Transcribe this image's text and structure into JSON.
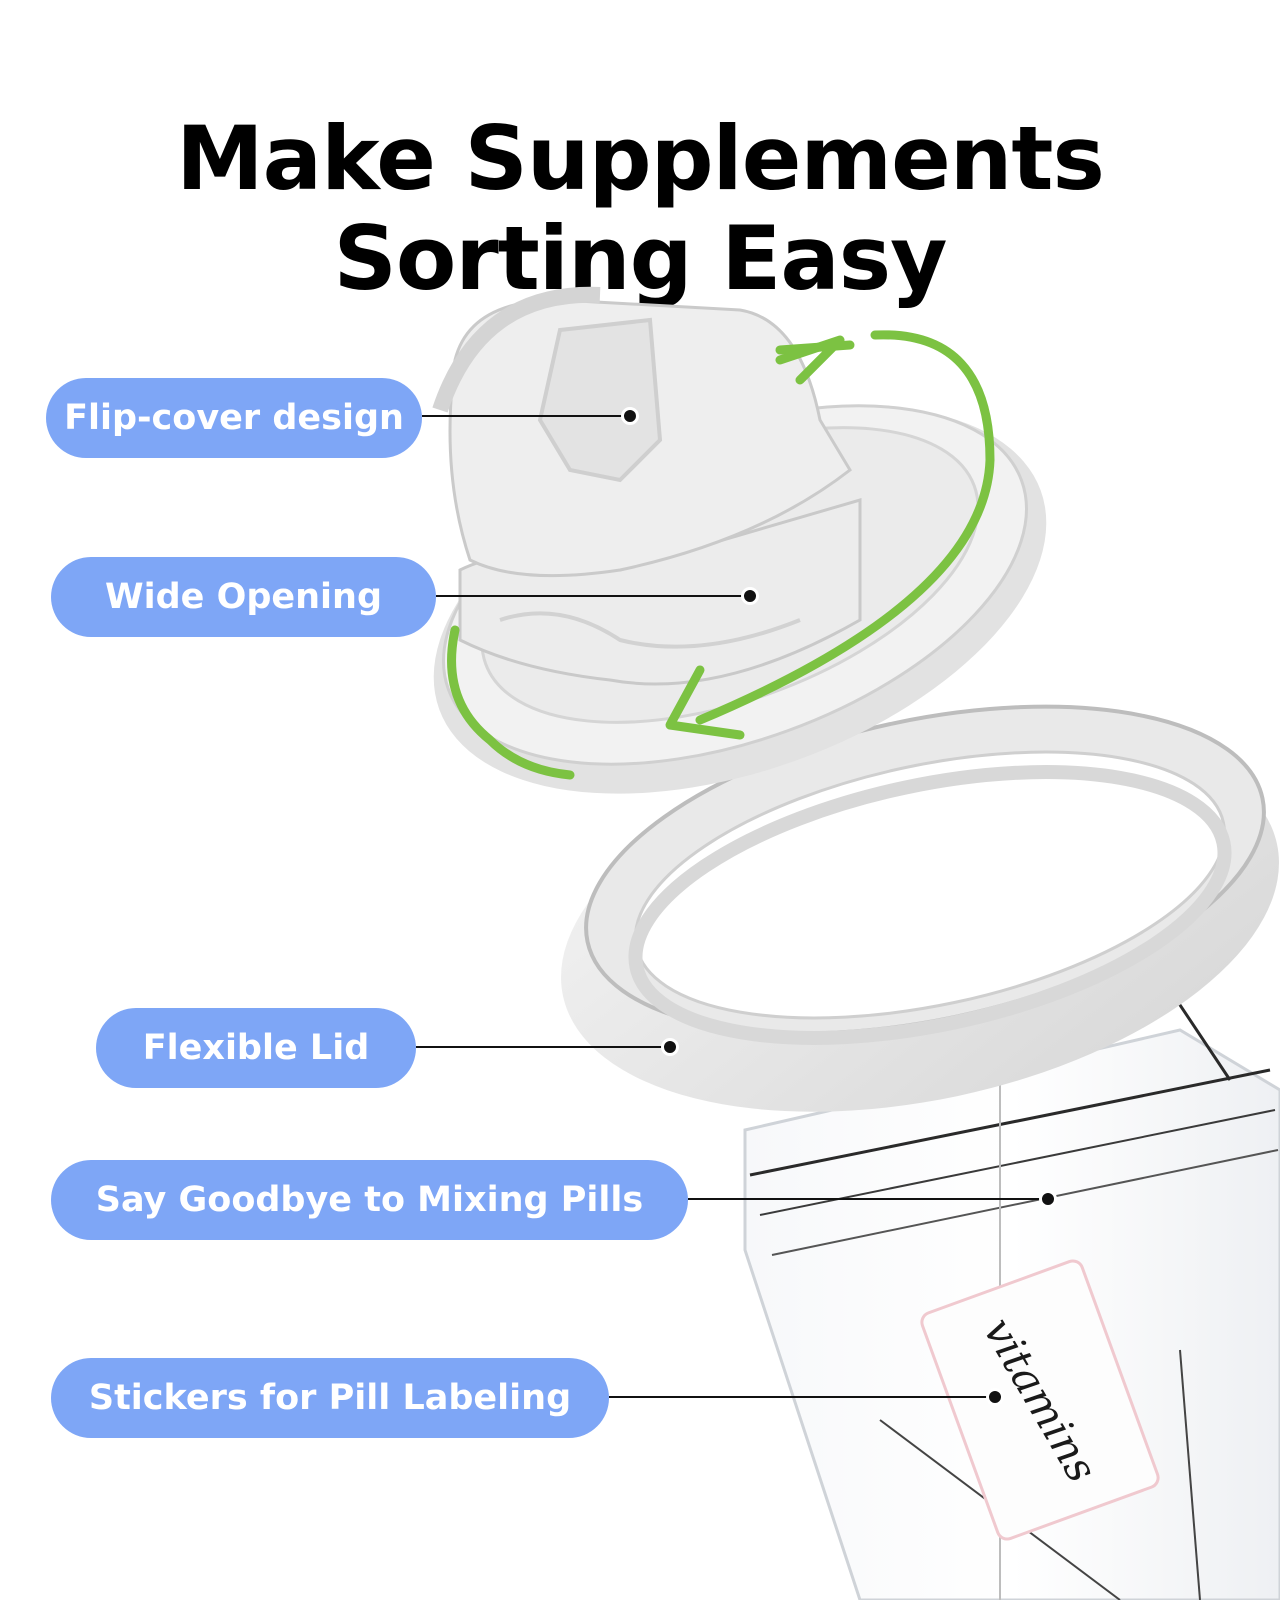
{
  "headline": {
    "line1": "Make Supplements",
    "line2": "Sorting Easy"
  },
  "callouts": [
    {
      "label": "Flip-cover design"
    },
    {
      "label": "Wide Opening"
    },
    {
      "label": "Flexible Lid"
    },
    {
      "label": "Say Goodbye to Mixing Pills"
    },
    {
      "label": "Stickers for Pill Labeling"
    }
  ],
  "sticker": {
    "text": "vitamins"
  },
  "colors": {
    "callout_bg": "#7ea6f6",
    "callout_text": "#ffffff",
    "rotate_arrow": "#7cc242",
    "lid": "#e6e6e6"
  },
  "icons": {
    "rotate": "rotation-arrow-icon"
  }
}
